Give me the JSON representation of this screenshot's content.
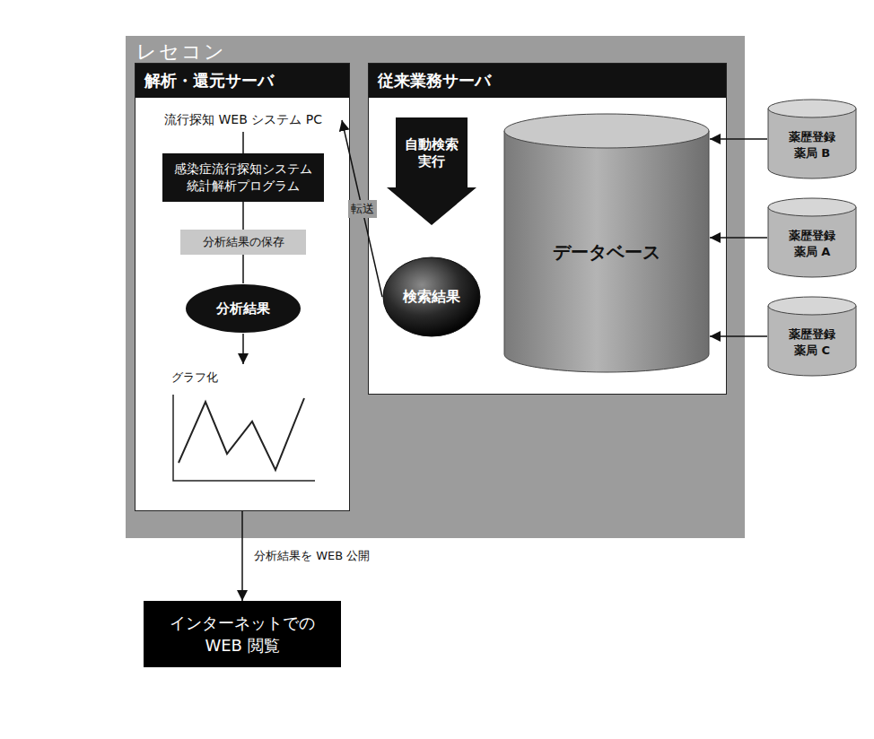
{
  "diagram": {
    "nodes": [
      {
        "text": [
          "レセコン"
        ]
      },
      {
        "text": [
          "解析・還元サーバ"
        ],
        "in": 0
      },
      {
        "text": [
          "流行探知 WEB システム PC"
        ],
        "in": 1
      },
      {
        "text": [
          "感染症流行探知システム 統計解析プログラム"
        ],
        "in": 1
      },
      {
        "text": [
          "分析結果の保存"
        ],
        "in": 1
      },
      {
        "text": [
          "分析結果"
        ],
        "in": 1
      },
      {
        "text": [
          "グラフ化"
        ],
        "in": 1
      },
      {
        "text": [
          "従来業務サーバ"
        ],
        "in": 0
      },
      {
        "text": [
          "自動検索実行"
        ],
        "in": 7
      },
      {
        "text": [
          "検索結果"
        ],
        "in": 7
      },
      {
        "text": [
          "データベース"
        ],
        "in": 7
      },
      {
        "text": [
          "薬歴登録 薬局 A"
        ]
      },
      {
        "text": [
          "薬歴登録 薬局 B"
        ]
      },
      {
        "text": [
          "薬歴登録 薬局 C"
        ]
      },
      {
        "text": [
          "インターネットでの WEB 閲覧"
        ]
      }
    ],
    "edges": [
      {
        "from": 9,
        "to": 2,
        "label": "転送",
        "arrow": "to"
      },
      {
        "from": 2,
        "to": 3,
        "arrow": "none"
      },
      {
        "from": 3,
        "to": 4,
        "arrow": "none"
      },
      {
        "from": 4,
        "to": 5,
        "arrow": "none"
      },
      {
        "from": 5,
        "to": 6,
        "arrow": "to"
      },
      {
        "from": 1,
        "to": 14,
        "label": "分析結果を WEB 公開",
        "arrow": "to"
      },
      {
        "from": 11,
        "to": 10,
        "arrow": "to"
      },
      {
        "from": 12,
        "to": 10,
        "arrow": "to"
      },
      {
        "from": 13,
        "to": 10,
        "arrow": "to"
      }
    ]
  }
}
